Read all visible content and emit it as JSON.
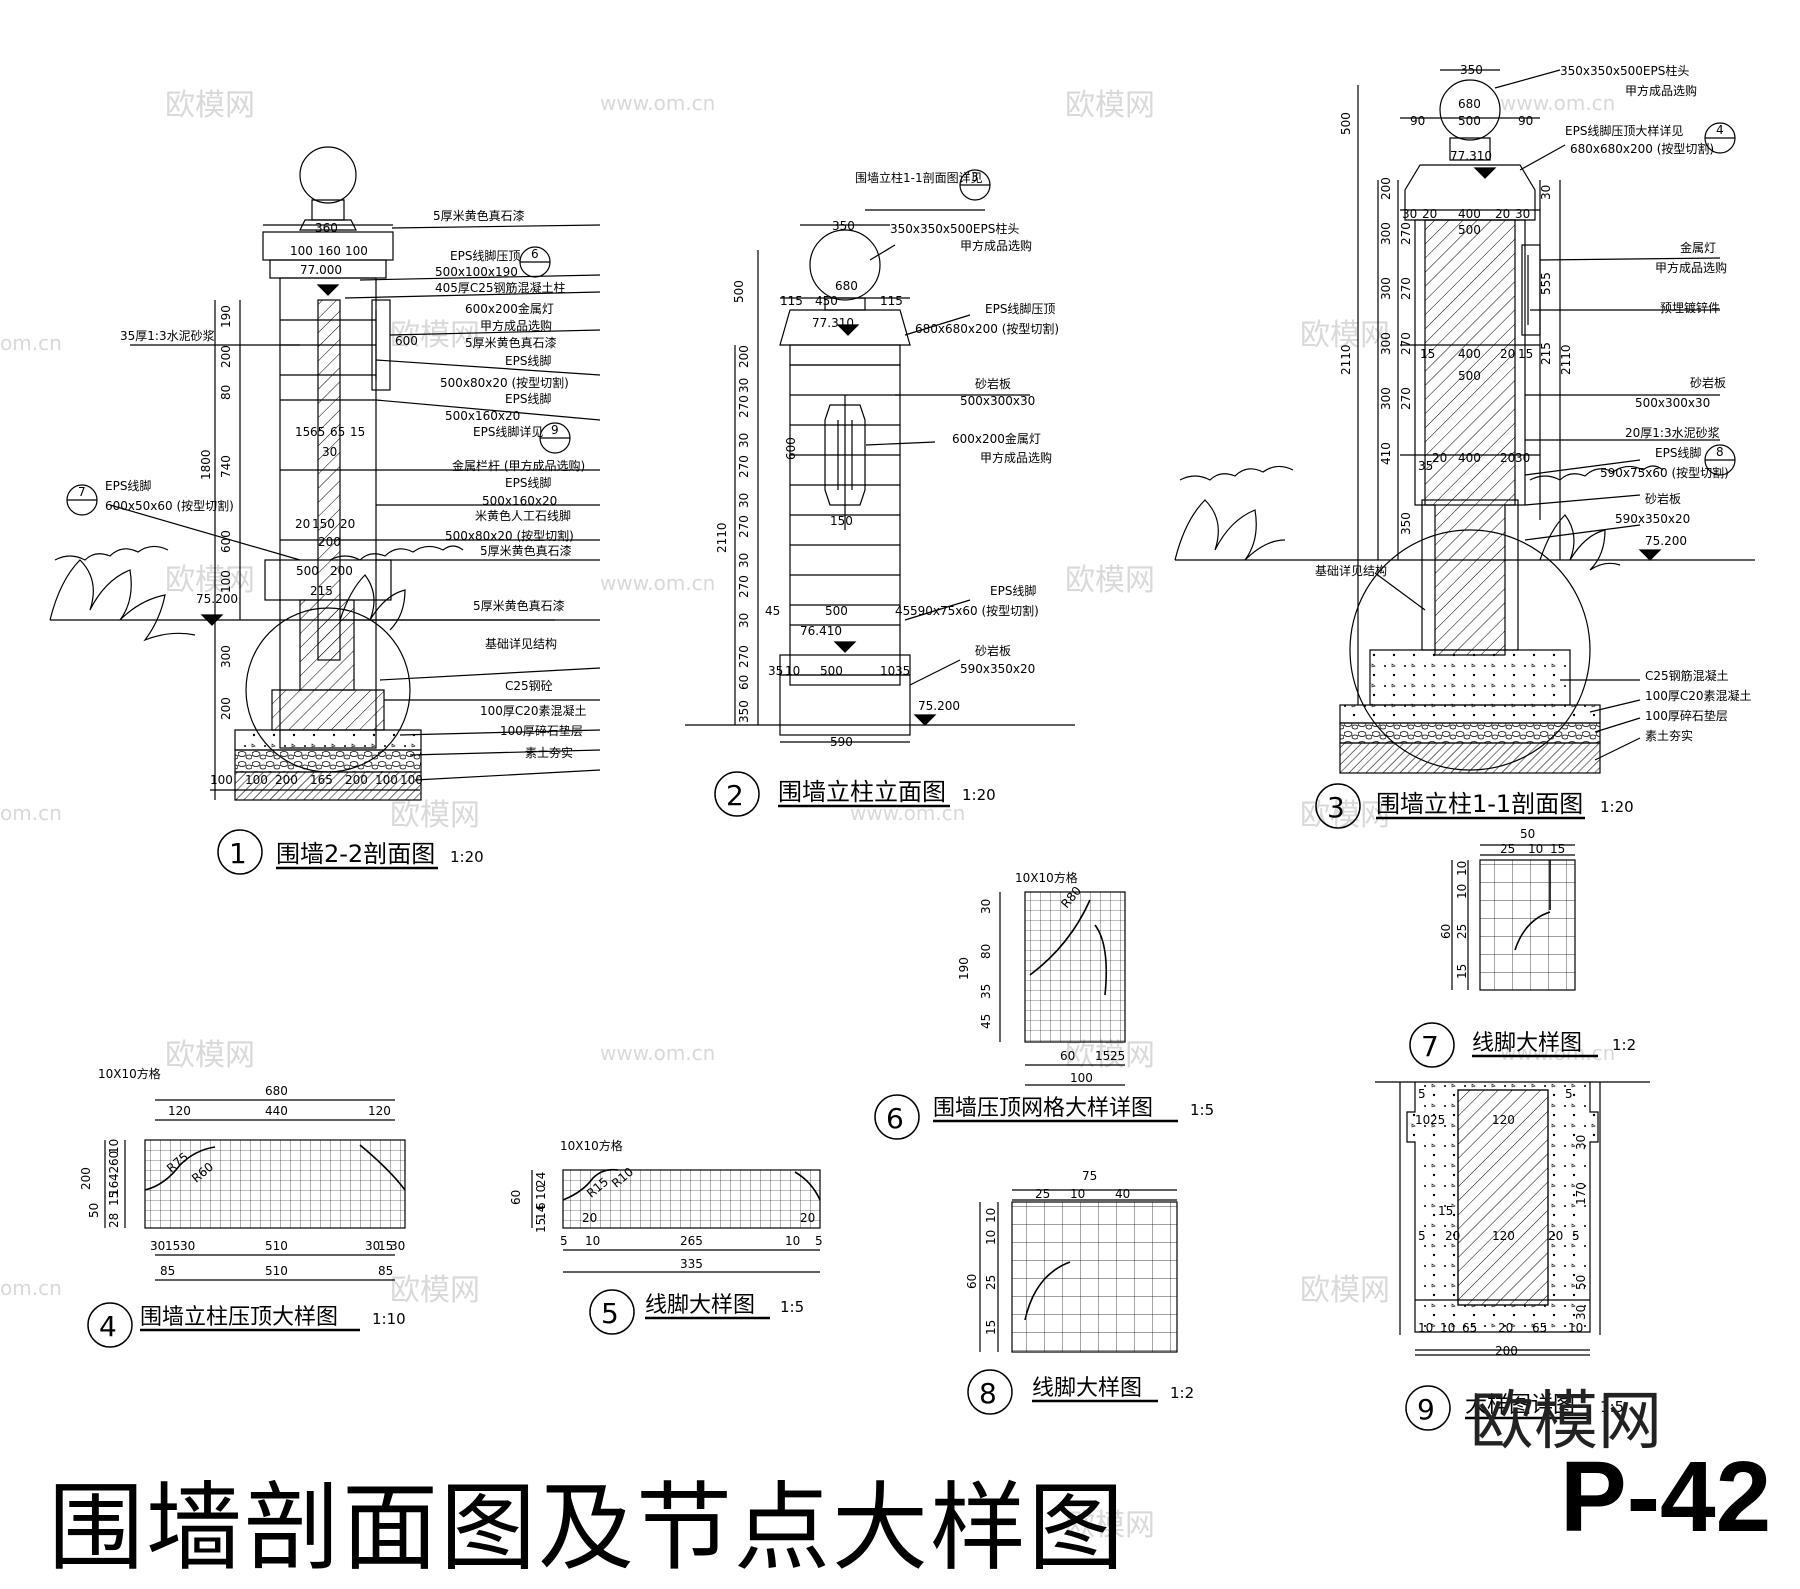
{
  "sheet": {
    "title": "围墙剖面图及节点大样图",
    "page_number": "P-42",
    "logo_text": "欧模网",
    "watermark_cn": "欧模网",
    "watermark_url": "www.om.cn",
    "watermark_url_short": "om.cn"
  },
  "views": [
    {
      "num": "1",
      "name": "围墙2-2剖面图",
      "scale": "1:20"
    },
    {
      "num": "2",
      "name": "围墙立柱立面图",
      "scale": "1:20"
    },
    {
      "num": "3",
      "name": "围墙立柱1-1剖面图",
      "scale": "1:20"
    },
    {
      "num": "4",
      "name": "围墙立柱压顶大样图",
      "scale": "1:10"
    },
    {
      "num": "5",
      "name": "线脚大样图",
      "scale": "1:5"
    },
    {
      "num": "6",
      "name": "围墙压顶网格大样详图",
      "scale": "1:5"
    },
    {
      "num": "7",
      "name": "线脚大样图",
      "scale": "1:2"
    },
    {
      "num": "8",
      "name": "线脚大样图",
      "scale": "1:2"
    },
    {
      "num": "9",
      "name": "大样图详图",
      "scale": "1:5"
    }
  ],
  "view1": {
    "notes": [
      "5厚米黄色真石漆",
      "EPS线脚压顶",
      "500x100x190",
      "405厚C25钢筋混凝土柱",
      "600x200金属灯",
      "甲方成品选购",
      "5厚米黄色真石漆",
      "EPS线脚",
      "500x80x20 (按型切割)",
      "EPS线脚",
      "500x160x20",
      "EPS线脚详见",
      "金属栏杆 (甲方成品选购)",
      "EPS线脚",
      "500x160x20",
      "米黄色人工石线脚",
      "500x80x20 (按型切割)",
      "5厚米黄色真石漆",
      "5厚米黄色真石漆",
      "基础详见结构",
      "C25钢砼",
      "100厚C20素混凝土",
      "100厚碎石垫层",
      "素土夯实"
    ],
    "left_notes": [
      "35厚1:3水泥砂浆",
      "EPS线脚",
      "600x50x60 (按型切割)"
    ],
    "dims_top": [
      "360",
      "100",
      "160",
      "100"
    ],
    "level_top": "77.000",
    "level_ground": "75.200",
    "dims_side": [
      "190",
      "200",
      "80",
      "1800",
      "740",
      "600",
      "100",
      "300",
      "200"
    ],
    "dims_bottom": [
      "100",
      "100",
      "200",
      "165",
      "200",
      "100",
      "100"
    ],
    "dims_mid": [
      "15",
      "65",
      "65",
      "15",
      "30",
      "20",
      "150",
      "20",
      "200",
      "500",
      "200",
      "215"
    ],
    "lamp_height": "600",
    "callout_a": "6",
    "callout_b": "9",
    "callout_c": "7"
  },
  "view2": {
    "header_note": "围墙立柱1-1剖面图详见",
    "callout": "3",
    "notes": [
      "350x350x500EPS柱头",
      "甲方成品选购",
      "EPS线脚压顶",
      "680x680x200 (按型切割)",
      "砂岩板",
      "500x300x30",
      "600x200金属灯",
      "甲方成品选购",
      "EPS线脚",
      "590x75x60 (按型切割)",
      "砂岩板",
      "590x350x20"
    ],
    "dims_top": [
      "350",
      "680",
      "115",
      "450",
      "115"
    ],
    "dims_left": [
      "500",
      "200",
      "30",
      "270",
      "30",
      "270",
      "30",
      "270",
      "30",
      "270",
      "30",
      "270",
      "60",
      "350"
    ],
    "total": "2110",
    "lamp": [
      "600",
      "150"
    ],
    "dims_lower": [
      "45",
      "500",
      "45",
      "35",
      "10",
      "500",
      "10",
      "35",
      "590"
    ],
    "levels": [
      "77.310",
      "76.410",
      "75.200"
    ]
  },
  "view3": {
    "notes_top": [
      "350x350x500EPS柱头",
      "甲方成品选购",
      "EPS线脚压顶大样详见",
      "680x680x200 (按型切割)"
    ],
    "notes": [
      "金属灯",
      "甲方成品选购",
      "预埋镀锌件",
      "砂岩板",
      "500x300x30",
      "20厚1:3水泥砂浆",
      "EPS线脚",
      "590x75x60 (按型切割)",
      "砂岩板",
      "590x350x20",
      "基础详见结构",
      "C25钢筋混凝土",
      "100厚C20素混凝土",
      "100厚碎石垫层",
      "素土夯实"
    ],
    "dims_top": [
      "350",
      "680",
      "90",
      "500",
      "90"
    ],
    "dims_left": [
      "500",
      "200",
      "300",
      "270",
      "300",
      "270",
      "300",
      "270",
      "300",
      "270",
      "410",
      "350"
    ],
    "total": "2110",
    "dims_inner": [
      "30",
      "20",
      "400",
      "20",
      "30",
      "500",
      "15",
      "400",
      "20",
      "15",
      "500",
      "35",
      "20",
      "400",
      "20",
      "30"
    ],
    "dims_right": [
      "30",
      "555",
      "215",
      "2110"
    ],
    "levels": [
      "77.310",
      "75.200"
    ],
    "callout_a": "4",
    "callout_b": "8"
  },
  "view4": {
    "grid_note": "10X10方格",
    "dims_top": [
      "680",
      "120",
      "440",
      "120"
    ],
    "dims_left": [
      "200",
      "10",
      "60",
      "42",
      "16",
      "15",
      "50",
      "28"
    ],
    "dims_bottom1": [
      "30",
      "15",
      "30",
      "510",
      "30",
      "15",
      "30"
    ],
    "dims_bottom2": [
      "85",
      "510",
      "85"
    ],
    "inner": [
      "R75",
      "R60"
    ]
  },
  "view5": {
    "grid_note": "10X10方格",
    "dims_left": [
      "24",
      "10",
      "6",
      "14",
      "60",
      "15"
    ],
    "dims_bottom1": [
      "5",
      "10",
      "265",
      "10",
      "5"
    ],
    "dims_bottom2": [
      "335"
    ],
    "inner": [
      "R15",
      "R10",
      "20",
      "20"
    ]
  },
  "view6": {
    "grid_note": "10X10方格",
    "dims_left": [
      "30",
      "80",
      "35",
      "45",
      "190"
    ],
    "dims_bottom": [
      "60",
      "15",
      "25",
      "100"
    ],
    "inner": [
      "R80"
    ]
  },
  "view7": {
    "dims_top": [
      "50",
      "25",
      "10",
      "15"
    ],
    "dims_left": [
      "10",
      "10",
      "25",
      "15",
      "60"
    ]
  },
  "view8": {
    "dims_top": [
      "75",
      "25",
      "10",
      "40"
    ],
    "dims_left": [
      "10",
      "10",
      "25",
      "15",
      "60"
    ]
  },
  "view9": {
    "dims": [
      "5",
      "10",
      "25",
      "120",
      "5",
      "30",
      "170",
      "15",
      "5",
      "20",
      "120",
      "20",
      "5",
      "50",
      "30",
      "10",
      "10",
      "65",
      "20",
      "65",
      "10",
      "200"
    ]
  }
}
